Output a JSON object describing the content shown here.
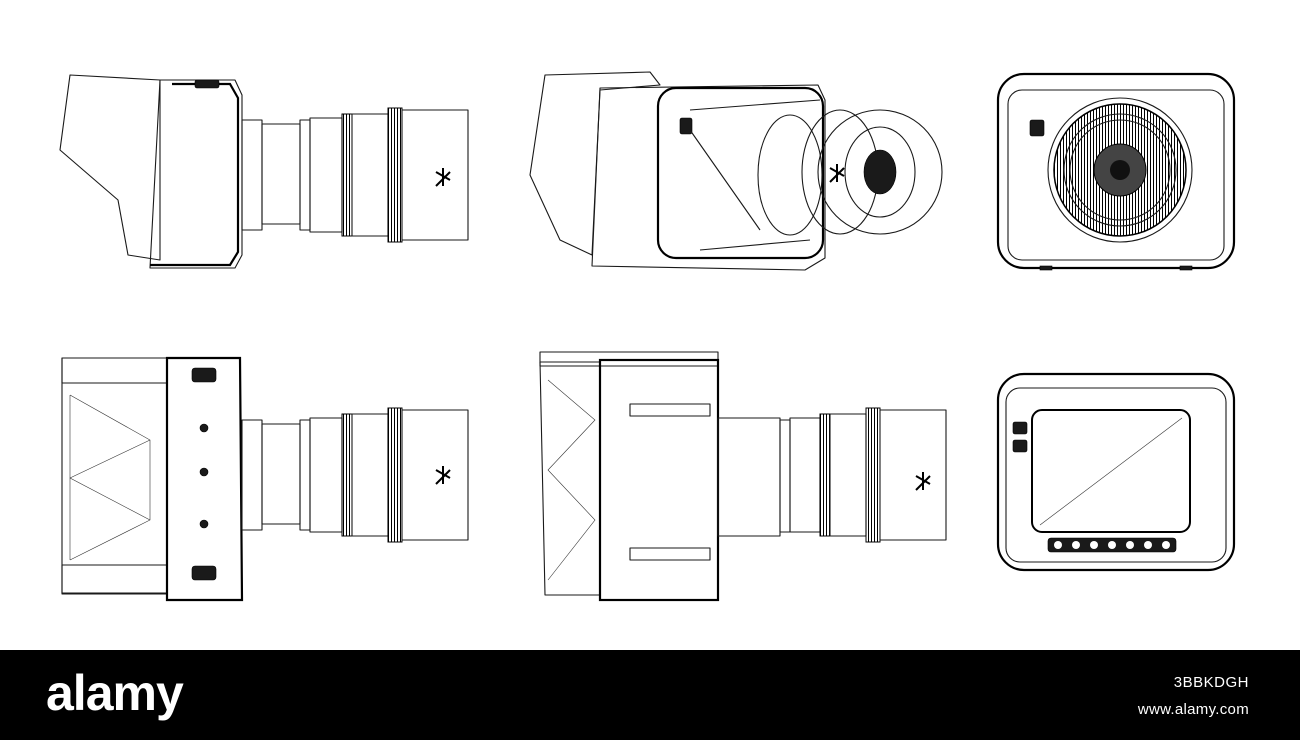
{
  "footer": {
    "logo_text": "alamy",
    "image_id": "3BBKDGH",
    "site": "www.alamy.com"
  },
  "colors": {
    "background": "#ffffff",
    "footer": "#000000",
    "wireframe": "#1a1a1a"
  }
}
